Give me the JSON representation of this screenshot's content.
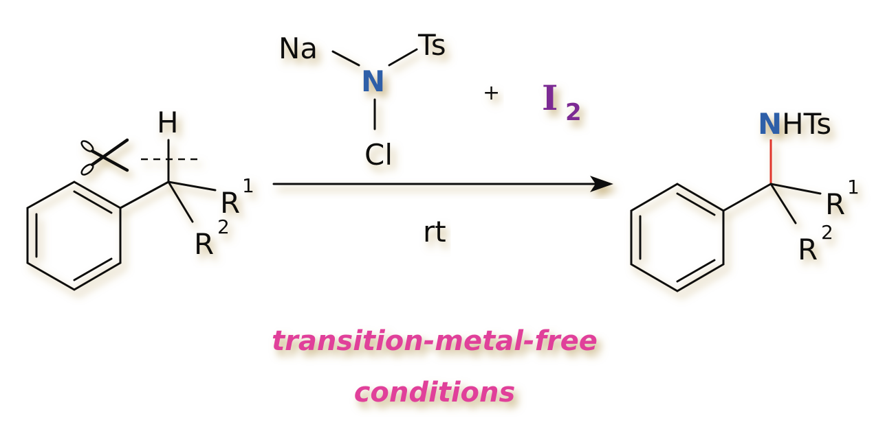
{
  "colors": {
    "nitrogen": "#2f5fa8",
    "iodine": "#7b2a93",
    "new_bond": "#e0342c",
    "conditions_text": "#e0409a",
    "shadow": "#b59a55"
  },
  "reactant": {
    "h_label": "H",
    "r1_label": "R",
    "r1_sup": "1",
    "r2_label": "R",
    "r2_sup": "2",
    "cleave_icon": "scissors-icon"
  },
  "reagent": {
    "na_label": "Na",
    "n_label": "N",
    "ts_label": "Ts",
    "cl_label": "Cl",
    "plus": "+",
    "iodine_label": "I",
    "iodine_sub": "2"
  },
  "arrow": {
    "below_label": "rt"
  },
  "product": {
    "n_label": "N",
    "hts_label": "HTs",
    "r1_label": "R",
    "r1_sup": "1",
    "r2_label": "R",
    "r2_sup": "2"
  },
  "conditions": {
    "line1": "transition-metal-free",
    "line2": "conditions"
  }
}
